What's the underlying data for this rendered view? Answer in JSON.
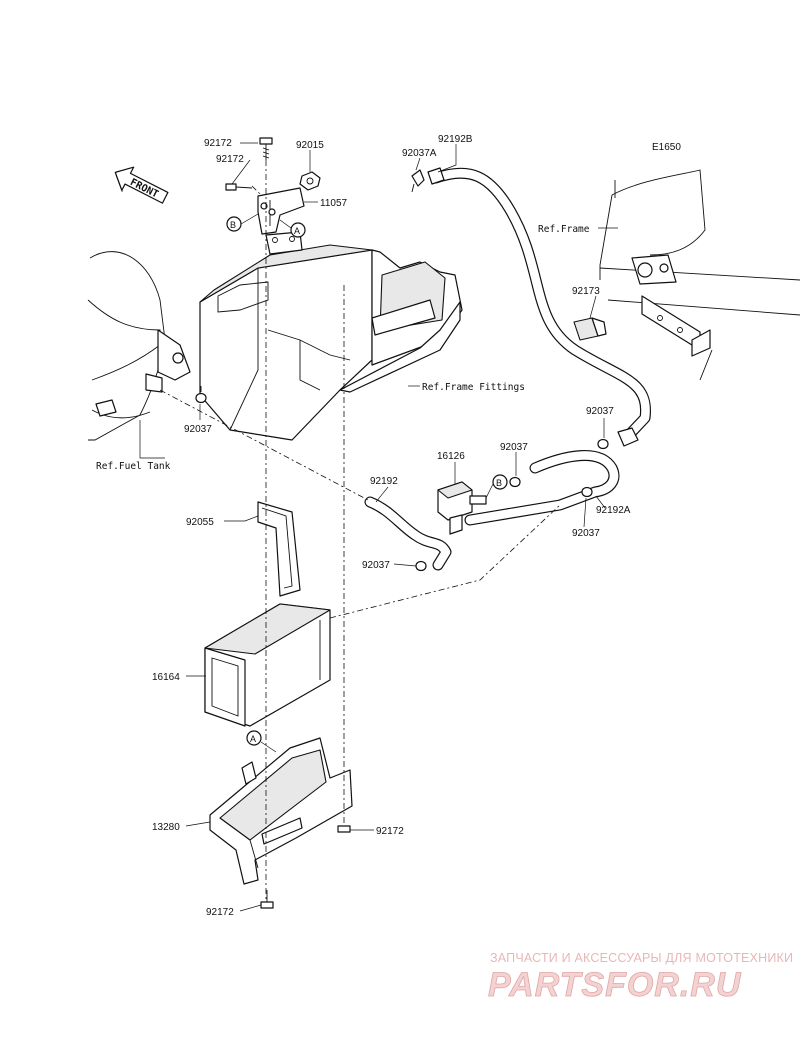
{
  "diagram_code": "E1650",
  "front_label": "FRONT",
  "references": {
    "frame": "Ref.Frame",
    "frame_fittings": "Ref.Frame Fittings",
    "fuel_tank": "Ref.Fuel Tank"
  },
  "markers": {
    "a": "A",
    "b": "B"
  },
  "parts": {
    "p92172_top": "92172",
    "p92172_mid": "92172",
    "p92015": "92015",
    "p11057": "11057",
    "p92037a": "92037A",
    "p92192b": "92192B",
    "p92173": "92173",
    "p92037_left": "92037",
    "p92037_right": "92037",
    "p16126": "16126",
    "p92037_valve": "92037",
    "p92192": "92192",
    "p92192a": "92192A",
    "p92037_lower_right": "92037",
    "p92055": "92055",
    "p92037_mid": "92037",
    "p16164": "16164",
    "p13280": "13280",
    "p92172_right": "92172",
    "p92172_bottom": "92172"
  },
  "watermark": {
    "line1": "ЗАПЧАСТИ И АКСЕССУАРЫ ДЛЯ МОТОТЕХНИКИ",
    "line2": "PARTSFOR.RU"
  },
  "colors": {
    "ink": "#111111",
    "watermark": "#e2a6a6"
  }
}
